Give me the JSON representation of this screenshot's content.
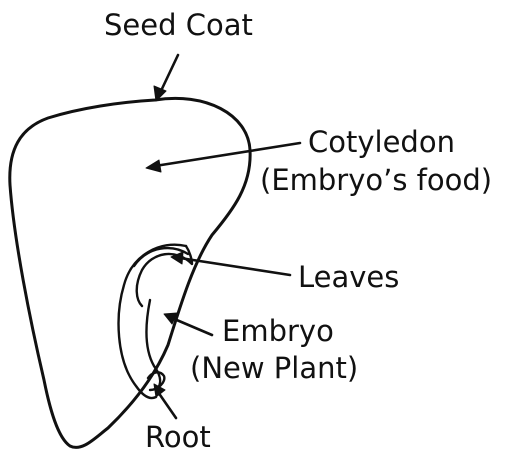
{
  "labels": {
    "seed_coat": "Seed Coat",
    "cotyledon": "Cotyledon",
    "cotyledon_note": "(Embryo’s food)",
    "leaves": "Leaves",
    "embryo": "Embryo",
    "embryo_note": "(New Plant)",
    "root": "Root"
  }
}
